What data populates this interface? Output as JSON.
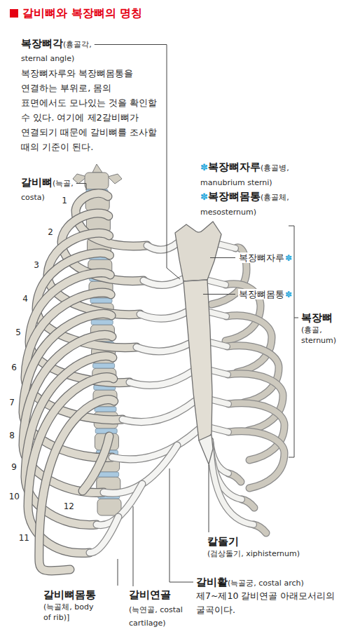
{
  "diagram": {
    "title": "갈비뼈와 복장뼈의 명칭",
    "labels": [
      "복장뼈각",
      "(흉골각, sternal angle)",
      "복장뼈자루와 복장뼈몸통을 연결하는 부위로, 몸의 표면에서도 모나있는 것을 확인할 수 있다. 여기에 제2갈비뼈가 연결되기 때문에 갈비뼈를 조사할 때의 기준이 된다.",
      "갈비뼈",
      "(늑골, costa)",
      "1",
      "2",
      "3",
      "4",
      "5",
      "6",
      "7",
      "8",
      "9",
      "10",
      "11",
      "12",
      "✽",
      "복장뼈자루",
      "(흉골병, manubrium sterni)",
      "✽",
      "복장뼈몸통",
      "(흉골체, mesosternum)",
      "복장뼈자루",
      "✽",
      "복장뼈몸통",
      "✽",
      "복장뼈",
      "(흉골, sternum)",
      "칼돌기",
      "(검상돌기, xiphisternum)",
      "갈비활",
      "(늑골궁, costal arch)",
      "제7~제10 갈비연골 아래모서리의 굴곡이다.",
      "갈비뼈몸통",
      "(늑골체, body of rib)]",
      "갈비연골",
      "(늑연골, costal cartilage)"
    ]
  }
}
